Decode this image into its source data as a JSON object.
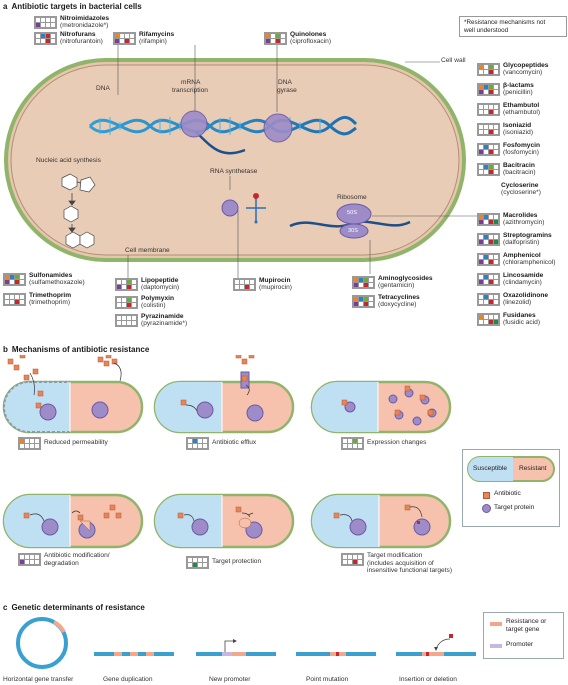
{
  "panel_a": {
    "letter": "a",
    "title": "Antibiotic targets in bacterial cells",
    "note": [
      "*Resistance mechanisms not",
      "well understood"
    ],
    "labels": {
      "dna": "DNA",
      "mrna": "mRNA",
      "transcription": "transcription",
      "dna2": "DNA",
      "gyrase": "gyrase",
      "cell_wall": "Cell wall",
      "nucleic_acid": "Nucleic acid synthesis",
      "rna_synthetase": "RNA synthetase",
      "ribosome": "Ribosome",
      "s50": "50S",
      "s30": "30S",
      "cell_membrane": "Cell membrane"
    },
    "drugs": [
      {
        "id": "nitro",
        "name": "Nitroimidazoles",
        "sub": "(metronidazole*)",
        "grid": [
          0,
          0,
          0,
          0,
          2,
          0,
          0,
          0
        ]
      },
      {
        "id": "nitrof",
        "name": "Nitrofurans",
        "sub": "(nitrofurantoin)",
        "grid": [
          0,
          3,
          4,
          0,
          0,
          0,
          4,
          0
        ]
      },
      {
        "id": "rif",
        "name": "Rifamycins",
        "sub": "(rifampin)",
        "grid": [
          1,
          0,
          0,
          0,
          2,
          0,
          4,
          0
        ]
      },
      {
        "id": "quin",
        "name": "Quinolones",
        "sub": "(ciprofloxacin)",
        "grid": [
          1,
          0,
          5,
          0,
          2,
          0,
          4,
          0
        ]
      },
      {
        "id": "glyco",
        "name": "Glycopeptides",
        "sub": "(vancomycin)",
        "grid": [
          1,
          0,
          5,
          0,
          0,
          0,
          4,
          0
        ]
      },
      {
        "id": "blact",
        "name": "β-lactams",
        "sub": "(penicillin)",
        "grid": [
          1,
          3,
          5,
          0,
          2,
          0,
          4,
          0
        ]
      },
      {
        "id": "etham",
        "name": "Ethambutol",
        "sub": "(ethambutol)",
        "grid": [
          0,
          0,
          0,
          0,
          0,
          0,
          4,
          0
        ]
      },
      {
        "id": "isoni",
        "name": "Isoniazid",
        "sub": "(isoniazid)",
        "grid": [
          0,
          0,
          0,
          0,
          0,
          0,
          4,
          0
        ]
      },
      {
        "id": "fosfo",
        "name": "Fosfomycin",
        "sub": "(fosfomycin)",
        "grid": [
          0,
          3,
          0,
          0,
          2,
          0,
          4,
          0
        ]
      },
      {
        "id": "baci",
        "name": "Bacitracin",
        "sub": "(bacitracin)",
        "grid": [
          0,
          3,
          5,
          0,
          0,
          0,
          4,
          0
        ]
      },
      {
        "id": "cyclo",
        "name": "Cycloserine",
        "sub": "(cycloserine*)",
        "grid": null
      },
      {
        "id": "macro",
        "name": "Macrolides",
        "sub": "(azithromycin)",
        "grid": [
          1,
          3,
          0,
          0,
          2,
          0,
          4,
          6
        ]
      },
      {
        "id": "strep",
        "name": "Streptogramins",
        "sub": "(dalfopristin)",
        "grid": [
          0,
          3,
          0,
          0,
          2,
          0,
          4,
          6
        ]
      },
      {
        "id": "amph",
        "name": "Amphenicol",
        "sub": "(chloramphenicol)",
        "grid": [
          0,
          3,
          0,
          0,
          2,
          0,
          4,
          0
        ]
      },
      {
        "id": "linco",
        "name": "Lincosamide",
        "sub": "(clindamycin)",
        "grid": [
          0,
          3,
          0,
          0,
          2,
          0,
          4,
          0
        ]
      },
      {
        "id": "oxaz",
        "name": "Oxazolidinone",
        "sub": "(linezolid)",
        "grid": [
          0,
          3,
          0,
          0,
          0,
          0,
          4,
          0
        ]
      },
      {
        "id": "fusid",
        "name": "Fusidanes",
        "sub": "(fusidic acid)",
        "grid": [
          1,
          0,
          0,
          0,
          0,
          0,
          4,
          6
        ]
      },
      {
        "id": "sulfa",
        "name": "Sulfonamides",
        "sub": "(sulfamethoxazole)",
        "grid": [
          1,
          3,
          5,
          0,
          2,
          0,
          4,
          0
        ]
      },
      {
        "id": "trime",
        "name": "Trimethoprim",
        "sub": "(trimethoprim)",
        "grid": [
          0,
          0,
          0,
          0,
          0,
          0,
          4,
          0
        ]
      },
      {
        "id": "lipo",
        "name": "Lipopeptide",
        "sub": "(daptomycin)",
        "grid": [
          0,
          0,
          5,
          0,
          2,
          0,
          4,
          0
        ]
      },
      {
        "id": "poly",
        "name": "Polymyxin",
        "sub": "(colistin)",
        "grid": [
          0,
          0,
          5,
          0,
          0,
          0,
          4,
          0
        ]
      },
      {
        "id": "pyraz",
        "name": "Pyrazinamide",
        "sub": "(pyrazinamide*)",
        "grid": [
          0,
          0,
          0,
          0,
          0,
          0,
          0,
          0
        ]
      },
      {
        "id": "mupi",
        "name": "Mupirocin",
        "sub": "(mupirocin)",
        "grid": [
          0,
          0,
          0,
          0,
          0,
          0,
          4,
          0
        ]
      },
      {
        "id": "amino",
        "name": "Aminoglycosides",
        "sub": "(gentamicin)",
        "grid": [
          1,
          3,
          5,
          0,
          2,
          0,
          4,
          0
        ]
      },
      {
        "id": "tetra",
        "name": "Tetracyclines",
        "sub": "(doxycycline)",
        "grid": [
          1,
          3,
          5,
          0,
          2,
          0,
          4,
          0
        ]
      }
    ]
  },
  "panel_b": {
    "letter": "b",
    "title": "Mechanisms of antibiotic resistance",
    "mechanisms": [
      {
        "label": "Reduced permeability",
        "grid": [
          1,
          0,
          0,
          0,
          0,
          0,
          0,
          0
        ]
      },
      {
        "label": "Antibiotic efflux",
        "grid": [
          0,
          3,
          0,
          0,
          0,
          0,
          0,
          0
        ]
      },
      {
        "label": "Expression changes",
        "grid": [
          0,
          0,
          5,
          0,
          0,
          0,
          0,
          0
        ]
      },
      {
        "label": "Antibiotic modification/",
        "label2": "degradation",
        "grid": [
          0,
          0,
          0,
          0,
          2,
          0,
          0,
          0
        ]
      },
      {
        "label": "Target protection",
        "grid": [
          0,
          0,
          0,
          0,
          0,
          6,
          0,
          0
        ]
      },
      {
        "label": "Target modification",
        "label2": "(includes acquisition of",
        "label3": "insensitive functional targets)",
        "grid": [
          0,
          0,
          0,
          0,
          0,
          0,
          4,
          0
        ]
      }
    ],
    "legend": {
      "susceptible": "Susceptible",
      "resistant": "Resistant",
      "antibiotic": "Antibiotic",
      "target": "Target protein"
    }
  },
  "panel_c": {
    "letter": "c",
    "title": "Genetic determinants of resistance",
    "items": [
      "Horizontal gene transfer",
      "Gene duplication",
      "New promoter",
      "Point mutation",
      "Insertion or deletion"
    ],
    "legend": {
      "gene": "Resistance or",
      "gene2": "target gene",
      "promoter": "Promoter"
    }
  },
  "colors": {
    "orange": "#e8842c",
    "purple": "#7a3d9a",
    "blue": "#2a82c2",
    "red": "#c8262e",
    "green": "#6aab3c",
    "dkgreen": "#1b8a4a",
    "cell_fill": "#e8c9b2",
    "cell_border": "#8fb46a",
    "susceptible": "#bfe0f2",
    "resistant": "#f6c2ad"
  }
}
